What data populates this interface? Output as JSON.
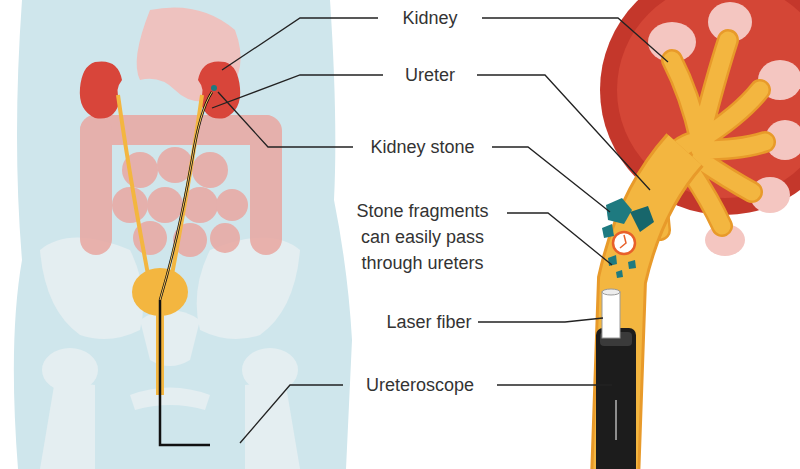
{
  "diagram": {
    "labels": [
      "Kidney",
      "Ureter",
      "Kidney stone",
      "Stone fragments can easily pass through ureters",
      "Laser fiber",
      "Ureteroscope"
    ]
  }
}
